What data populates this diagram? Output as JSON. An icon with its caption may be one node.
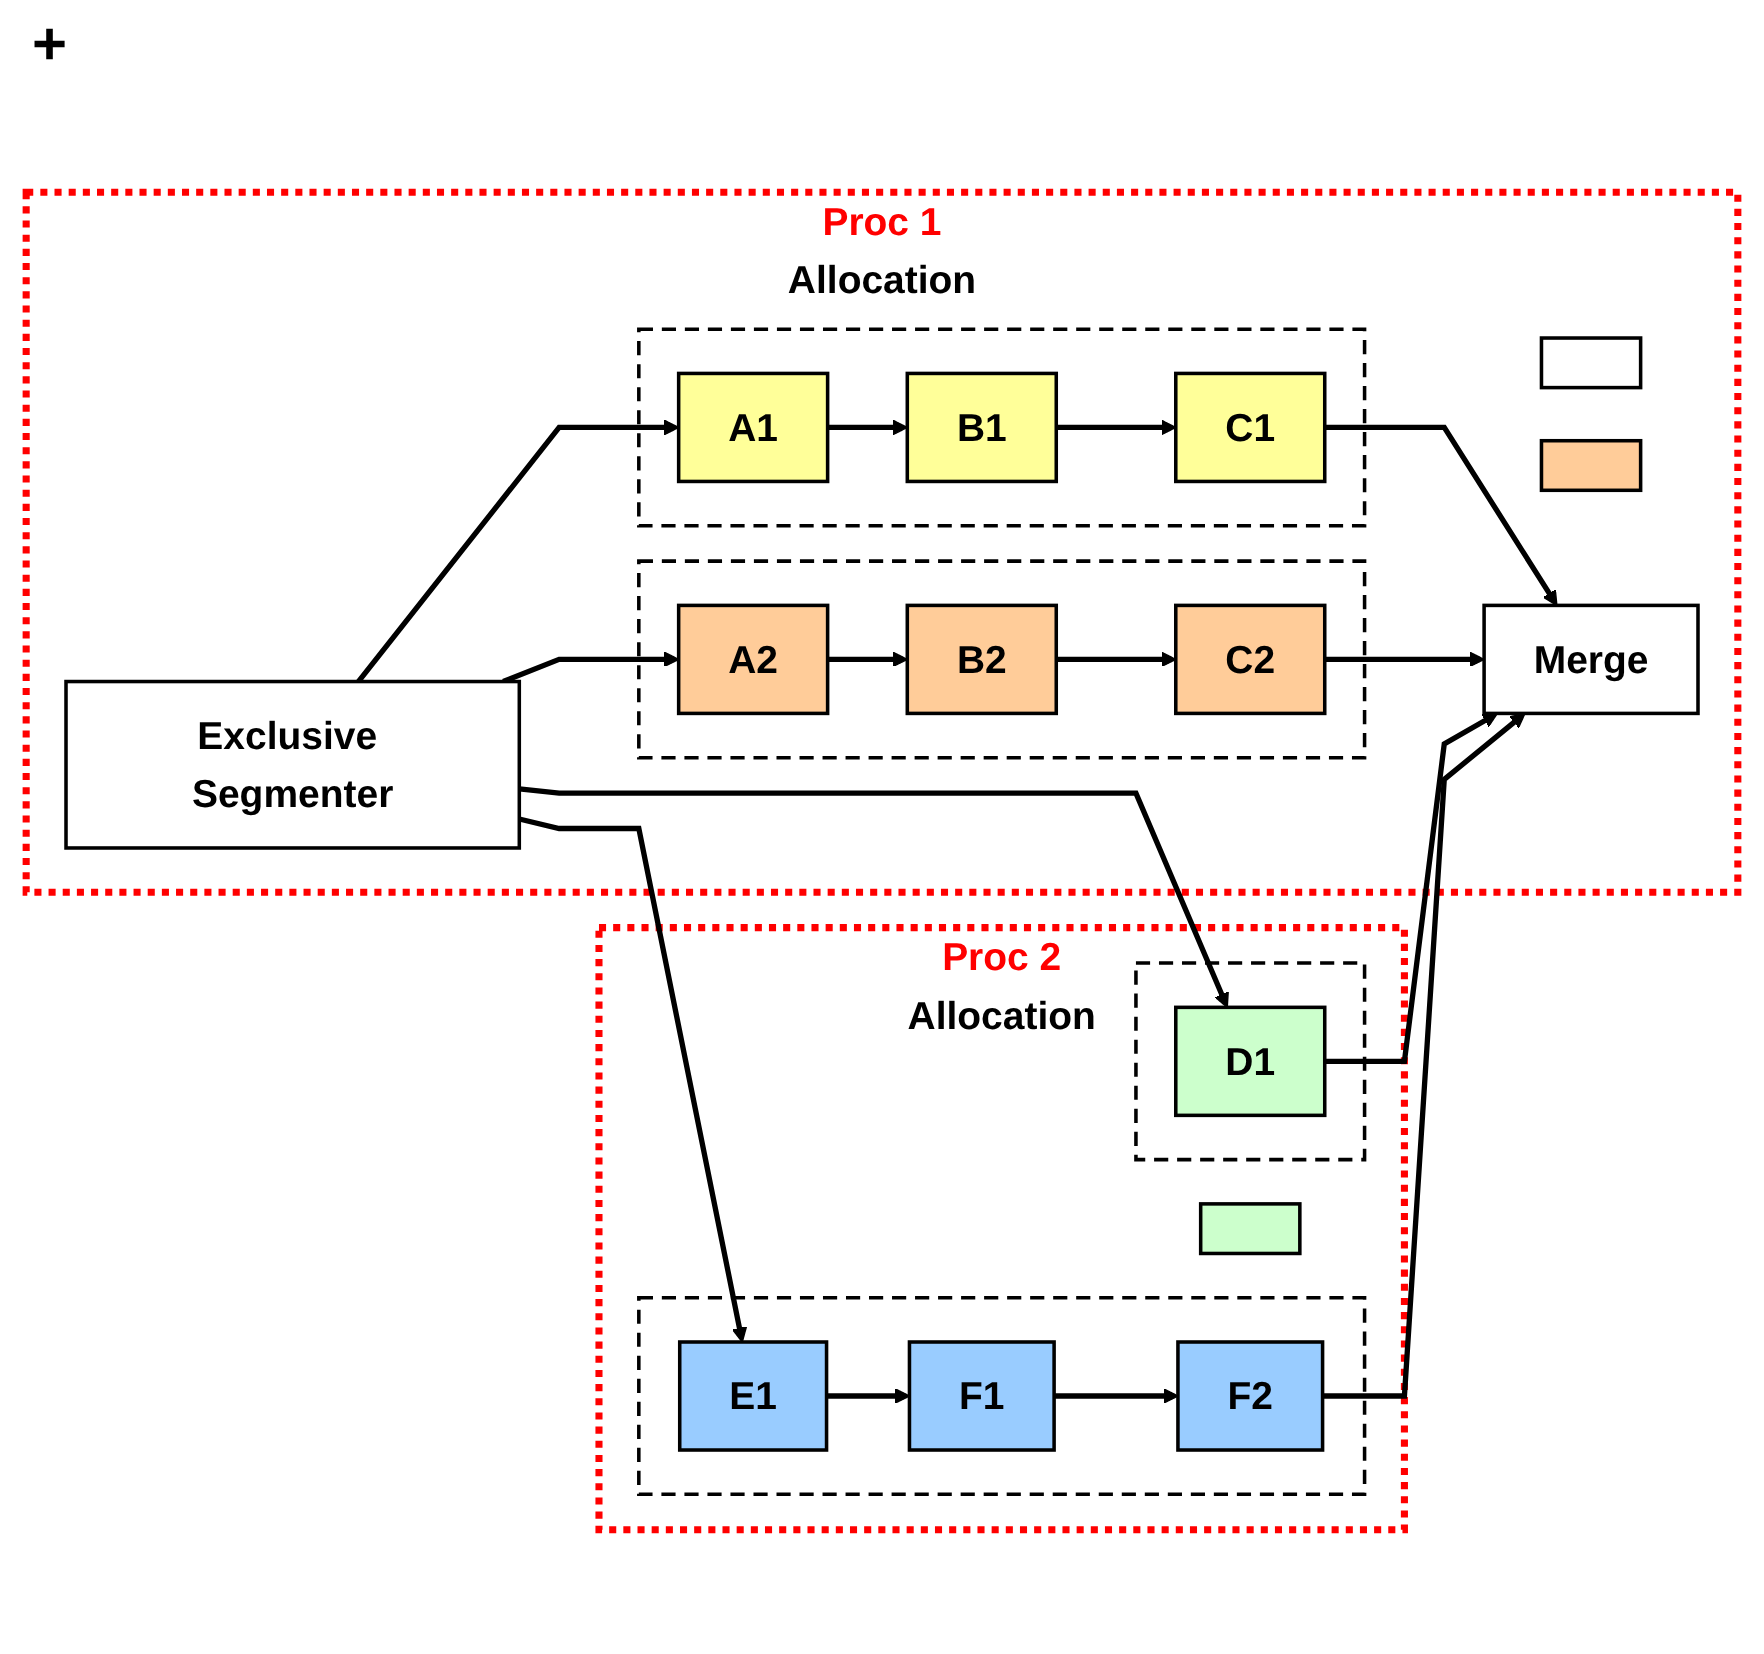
{
  "diagram": {
    "nodes": [
      {
        "text": [
          "Proc 1",
          "Allocation"
        ]
      },
      {
        "text": [],
        "shape": "box",
        "in": 0
      },
      {
        "text": [],
        "shape": "box",
        "in": 0
      },
      {
        "text": [],
        "shape": "box",
        "in": 0
      },
      {
        "text": [
          "A1"
        ],
        "in": 3
      },
      {
        "text": [
          "B1"
        ],
        "in": 3
      },
      {
        "text": [
          "C1"
        ],
        "in": 3
      },
      {
        "text": [
          "Exclusive Segmenter"
        ],
        "in": 0
      },
      {
        "text": [],
        "shape": "box",
        "in": 0
      },
      {
        "text": [
          "A2"
        ],
        "in": 8
      },
      {
        "text": [
          "B2"
        ],
        "in": 8
      },
      {
        "text": [
          "C2"
        ],
        "in": 8
      },
      {
        "text": [
          "Merge"
        ],
        "in": 0
      },
      {
        "text": [
          "Proc 2",
          "Allocation"
        ]
      },
      {
        "text": [],
        "shape": "box",
        "in": 13
      },
      {
        "text": [],
        "shape": "box",
        "in": 13
      },
      {
        "text": [
          "D1"
        ],
        "in": 15
      },
      {
        "text": [],
        "shape": "box",
        "in": 13
      },
      {
        "text": [
          "E1"
        ],
        "in": 17
      },
      {
        "text": [
          "F1"
        ],
        "in": 17
      },
      {
        "text": [
          "F2"
        ],
        "in": 17
      }
    ],
    "edges": [
      {
        "from": 7,
        "to": 4,
        "arrow": "to"
      },
      {
        "from": 4,
        "to": 5,
        "arrow": "to"
      },
      {
        "from": 5,
        "to": 6,
        "arrow": "to"
      },
      {
        "from": 6,
        "to": 12,
        "arrow": "to"
      },
      {
        "from": 7,
        "to": 9,
        "arrow": "to"
      },
      {
        "from": 9,
        "to": 10,
        "arrow": "to"
      },
      {
        "from": 10,
        "to": 11,
        "arrow": "to"
      },
      {
        "from": 11,
        "to": 12,
        "arrow": "to"
      },
      {
        "from": 7,
        "to": 16,
        "arrow": "to"
      },
      {
        "from": 16,
        "to": 12,
        "arrow": "to"
      },
      {
        "from": 7,
        "to": 18,
        "arrow": "to"
      },
      {
        "from": 18,
        "to": 19,
        "arrow": "to"
      },
      {
        "from": 19,
        "to": 20,
        "arrow": "to"
      },
      {
        "from": 20,
        "to": 12,
        "arrow": "to"
      }
    ],
    "labels": [
      "+"
    ]
  }
}
